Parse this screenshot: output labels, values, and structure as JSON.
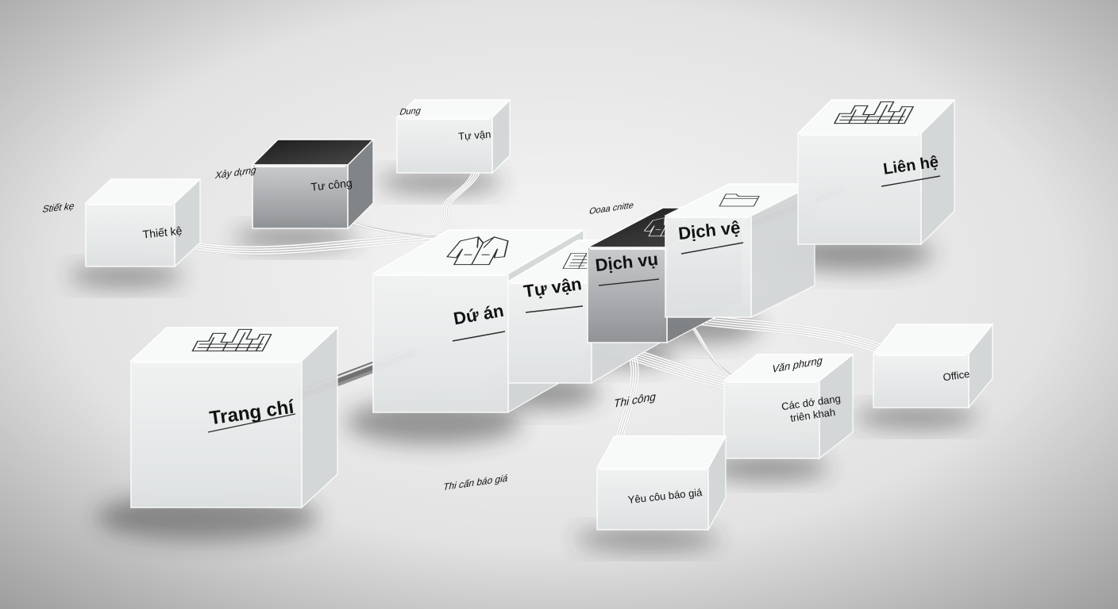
{
  "colors": {
    "background_light": "#f4f4f4",
    "background_dark": "#9a9a9a",
    "glass_face": "#eef0f0",
    "glass_side": "#d4d7d8",
    "glass_top": "#f8f9f9",
    "steel_face": "#b9bcbe",
    "steel_top": "#2a2a2a",
    "rod": "#707070",
    "fiber": "#ffffff",
    "label": "#111111"
  },
  "nodes": [
    {
      "id": "trang-chi",
      "label": "Trang chí",
      "sublabel": "",
      "top_icon": "city-skyline-icon"
    },
    {
      "id": "du-an",
      "label": "Dứ án",
      "sublabel": "",
      "top_icon": "jacket-icon"
    },
    {
      "id": "tu-van-center",
      "label": "Tự vận",
      "sublabel": "",
      "top_icon": "blueprint-icon"
    },
    {
      "id": "dich-vu",
      "label": "Dịch vụ",
      "sublabel": "",
      "top_icon": "jacket-icon"
    },
    {
      "id": "dich-ve",
      "label": "Dịch vệ",
      "sublabel": "Ooaa cnitte",
      "top_icon": "folder-icon"
    },
    {
      "id": "lien-he",
      "label": "Liên hệ",
      "sublabel": "",
      "top_icon": "city-skyline-icon"
    },
    {
      "id": "thiet-ke",
      "label": "Thiết kệ",
      "sublabel": "Stiết kẹ",
      "top_icon": ""
    },
    {
      "id": "xay-dung",
      "label": "Tư công",
      "sublabel": "Xảy dựng",
      "top_icon": ""
    },
    {
      "id": "dung",
      "label": "Tự vận",
      "sublabel": "Dung",
      "top_icon": ""
    },
    {
      "id": "thi-cong",
      "label": "Các dớ dang triên khah",
      "sublabel": "Thi công",
      "top_icon": ""
    },
    {
      "id": "van-phuong",
      "label": "Office",
      "sublabel": "Văn phưng",
      "top_icon": ""
    },
    {
      "id": "bao-gia",
      "label": "Yêu côu báo giá",
      "sublabel": "Thi cấn báo giá",
      "top_icon": ""
    }
  ]
}
